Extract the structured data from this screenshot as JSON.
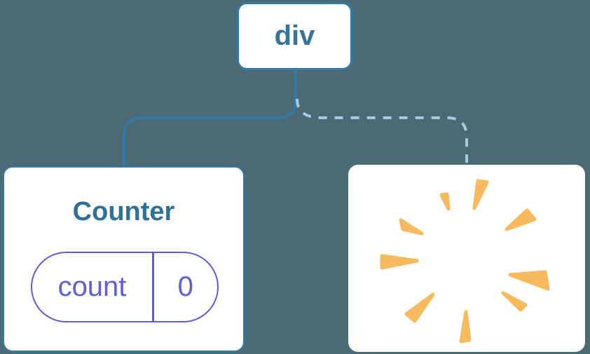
{
  "diagram": {
    "description": "component tree",
    "background_color": "#4C6A73",
    "root": {
      "label": "div"
    },
    "counter": {
      "title": "Counter",
      "state_key": "count",
      "state_value": "0"
    },
    "removed_node": {
      "icon": "poof-burst-icon",
      "poof_color": "#F8BA5E"
    },
    "connectors": [
      {
        "style": "solid",
        "color": "#2F7CAC"
      },
      {
        "style": "dashed",
        "color": "#A7C9E3"
      }
    ],
    "colors": {
      "node_border": "#2F7CAC",
      "root_label": "#36749E",
      "counter_title": "#2F7096",
      "state_accent": "#5E5EDB",
      "card_background": "#FFFFFF"
    }
  }
}
